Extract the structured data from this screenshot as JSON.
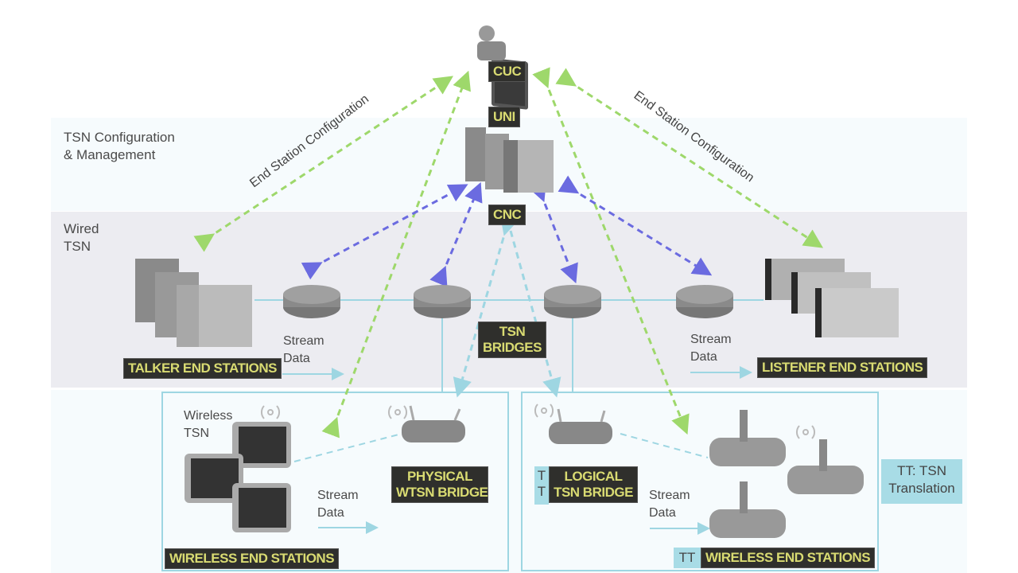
{
  "bands": {
    "config_label": "TSN Configuration\n& Management",
    "wired_label": "Wired\nTSN",
    "wireless_label": "Wireless\nTSN"
  },
  "nodes": {
    "cuc": "CUC",
    "uni": "UNI",
    "cnc": "CNC",
    "tsn_bridges": "TSN\nBRIDGES",
    "talker": "TALKER END STATIONS",
    "listener": "LISTENER END STATIONS",
    "physical_bridge": "PHYSICAL\nWTSN BRIDGE",
    "logical_bridge": "LOGICAL\nTSN BRIDGE",
    "wireless_end_left": "WIRELESS END STATIONS",
    "wireless_end_right": "WIRELESS END STATIONS",
    "tt_prefix": "TT",
    "t_prefix": "T\nT"
  },
  "annotations": {
    "end_station_config_left": "End Station Configuration",
    "end_station_config_right": "End Station Configuration",
    "stream_data": "Stream\nData",
    "legend_tt": "TT: TSN\nTranslation"
  },
  "colors": {
    "config_arrow": "#9ed86b",
    "cnc_arrow": "#6b6be0",
    "stream_line": "#9ed6e2",
    "tag_bg": "#2f2f2c",
    "tag_text": "#d9db72"
  }
}
